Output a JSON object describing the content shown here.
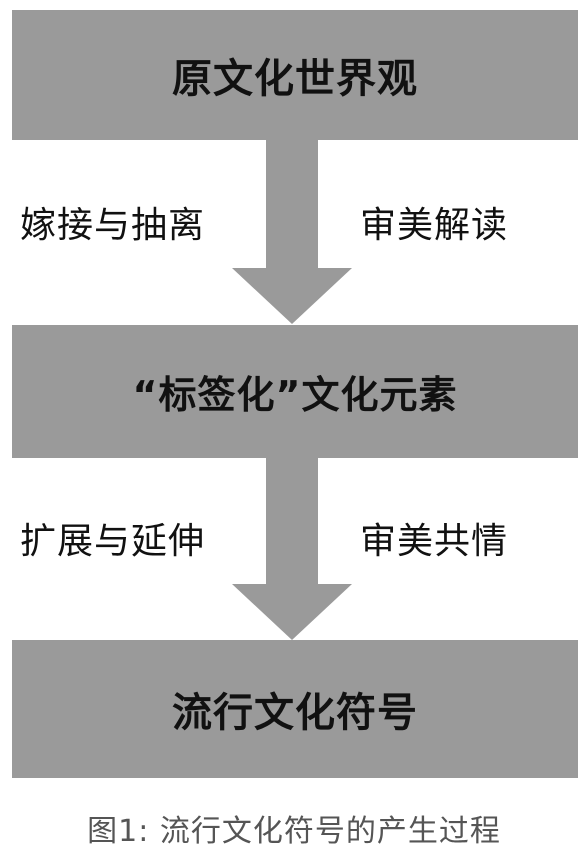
{
  "diagram": {
    "nodes": [
      {
        "label": "原文化世界观"
      },
      {
        "label": "“标签化”文化元素"
      },
      {
        "label": "流行文化符号"
      }
    ],
    "edges": [
      {
        "left_label": "嫁接与抽离",
        "right_label": "审美解读"
      },
      {
        "left_label": "扩展与延伸",
        "right_label": "审美共情"
      }
    ]
  },
  "caption": "图1: 流行文化符号的产生过程",
  "colors": {
    "box_fill": "#9a9a9a",
    "text": "#111111",
    "caption": "#555555"
  }
}
